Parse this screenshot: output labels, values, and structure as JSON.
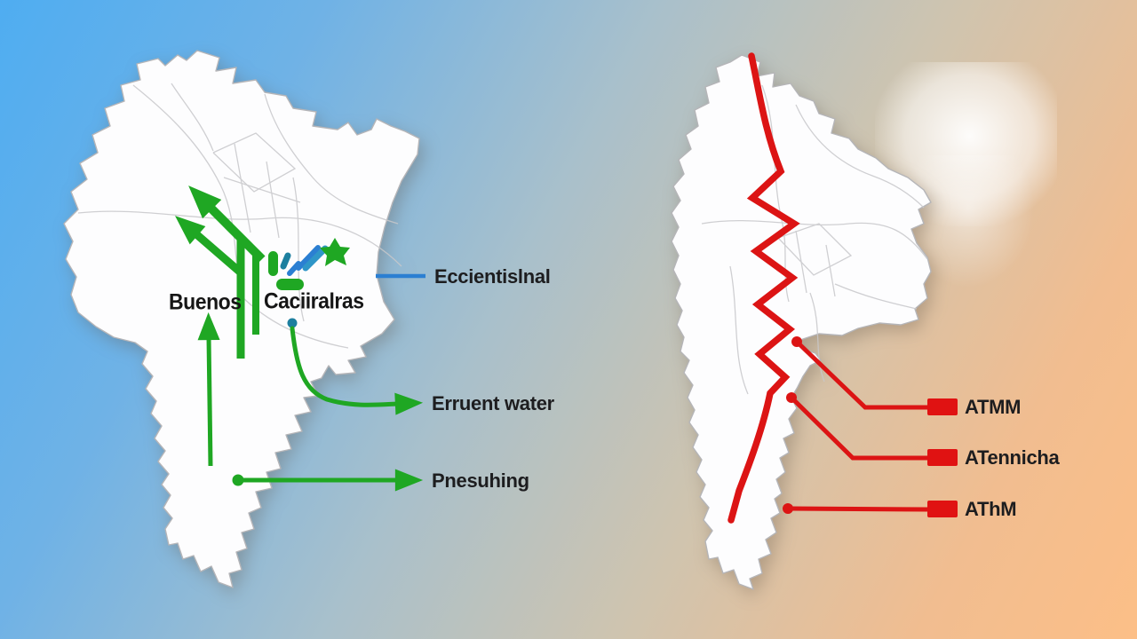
{
  "scene": {
    "description": "Two Argentina-style map silhouettes on a blue-to-orange gradient, left with green flow arrows, right with red zigzag route",
    "background_colors": {
      "top_left": "#4fadf1",
      "middle": "#a9c0cb",
      "bottom_right": "#fcbf87"
    }
  },
  "left_map": {
    "region_labels": {
      "a": "Buenos",
      "b": "Caciiralras"
    },
    "callouts": {
      "blue": {
        "label": "Eccientislnal"
      },
      "curve": {
        "label": "Erruent water"
      },
      "straight": {
        "label": "Pnesuhing"
      }
    },
    "colors": {
      "green": "#1fa723",
      "blue": "#2b7fd2",
      "teal": "#1d7f9f",
      "map_fill": "#fdfdfe"
    }
  },
  "right_map": {
    "callouts": {
      "first": {
        "label": "ATMM"
      },
      "second": {
        "label": "ATennicha"
      },
      "third": {
        "label": "AThM"
      }
    },
    "colors": {
      "red": "#dc1414",
      "swatch_red": "#e01212",
      "map_fill": "#fdfdfe"
    }
  }
}
